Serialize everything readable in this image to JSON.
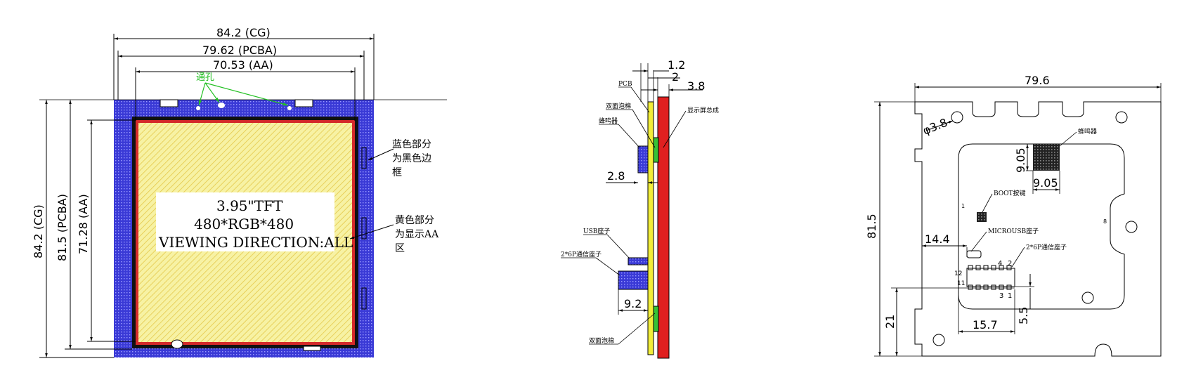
{
  "front_view": {
    "width_cg": "84.2 (CG)",
    "width_pcba": "79.62 (PCBA)",
    "width_aa": "70.53 (AA)",
    "height_cg": "84.2 (CG)",
    "height_pcba": "81.5 (PCBA)",
    "height_aa": "71.28 (AA)",
    "vent_label": "通孔",
    "title_line1": "3.95\"TFT",
    "title_line2": "480*RGB*480",
    "title_line3": "VIEWING DIRECTION:ALL",
    "note_blue": [
      "蓝色部分",
      "为黑色边",
      "框"
    ],
    "note_yellow": [
      "黄色部分",
      "为显示AA",
      "区"
    ],
    "colors": {
      "frame_blue": "#3a3ad6",
      "aa_yellow": "#f4ee8a",
      "border_red": "#d42a2a",
      "vent_green": "#22c022"
    }
  },
  "side_view": {
    "dim_1_2": "1.2",
    "dim_2": "2",
    "dim_3_8": "3.8",
    "dim_2_8": "2.8",
    "dim_9_2": "9.2",
    "label_pcb": "PCB",
    "label_foam_top": "双面泡棉",
    "label_buzzer": "蜂鸣器",
    "label_display": "显示屏总成",
    "label_usb": "USB座子",
    "label_2x6p": "2*6P通信座子",
    "label_foam_bottom": "双面泡棉",
    "colors": {
      "panel_red": "#e02020",
      "pcb_yellow": "#f2ee3a",
      "foam_green": "#36c236",
      "part_blue": "#3232d8"
    }
  },
  "back_view": {
    "width": "79.6",
    "height": "81.5",
    "hole": "φ3.8",
    "buzzer_w": "9.05",
    "buzzer_h": "9.05",
    "dim_14_4": "14.4",
    "dim_15_7": "15.7",
    "dim_21": "21",
    "dim_5_5": "5.5",
    "label_buzzer": "蜂鸣器",
    "label_boot": "BOOT按键",
    "label_microusb": "MICROUSB座子",
    "label_2x6p": "2*6P通信座子",
    "pin_4": "4",
    "pin_2": "2",
    "pin_3": "3",
    "pin_1": "1",
    "pin_12": "12",
    "pin_11": "11",
    "mark_1": "1",
    "mark_8": "8"
  }
}
